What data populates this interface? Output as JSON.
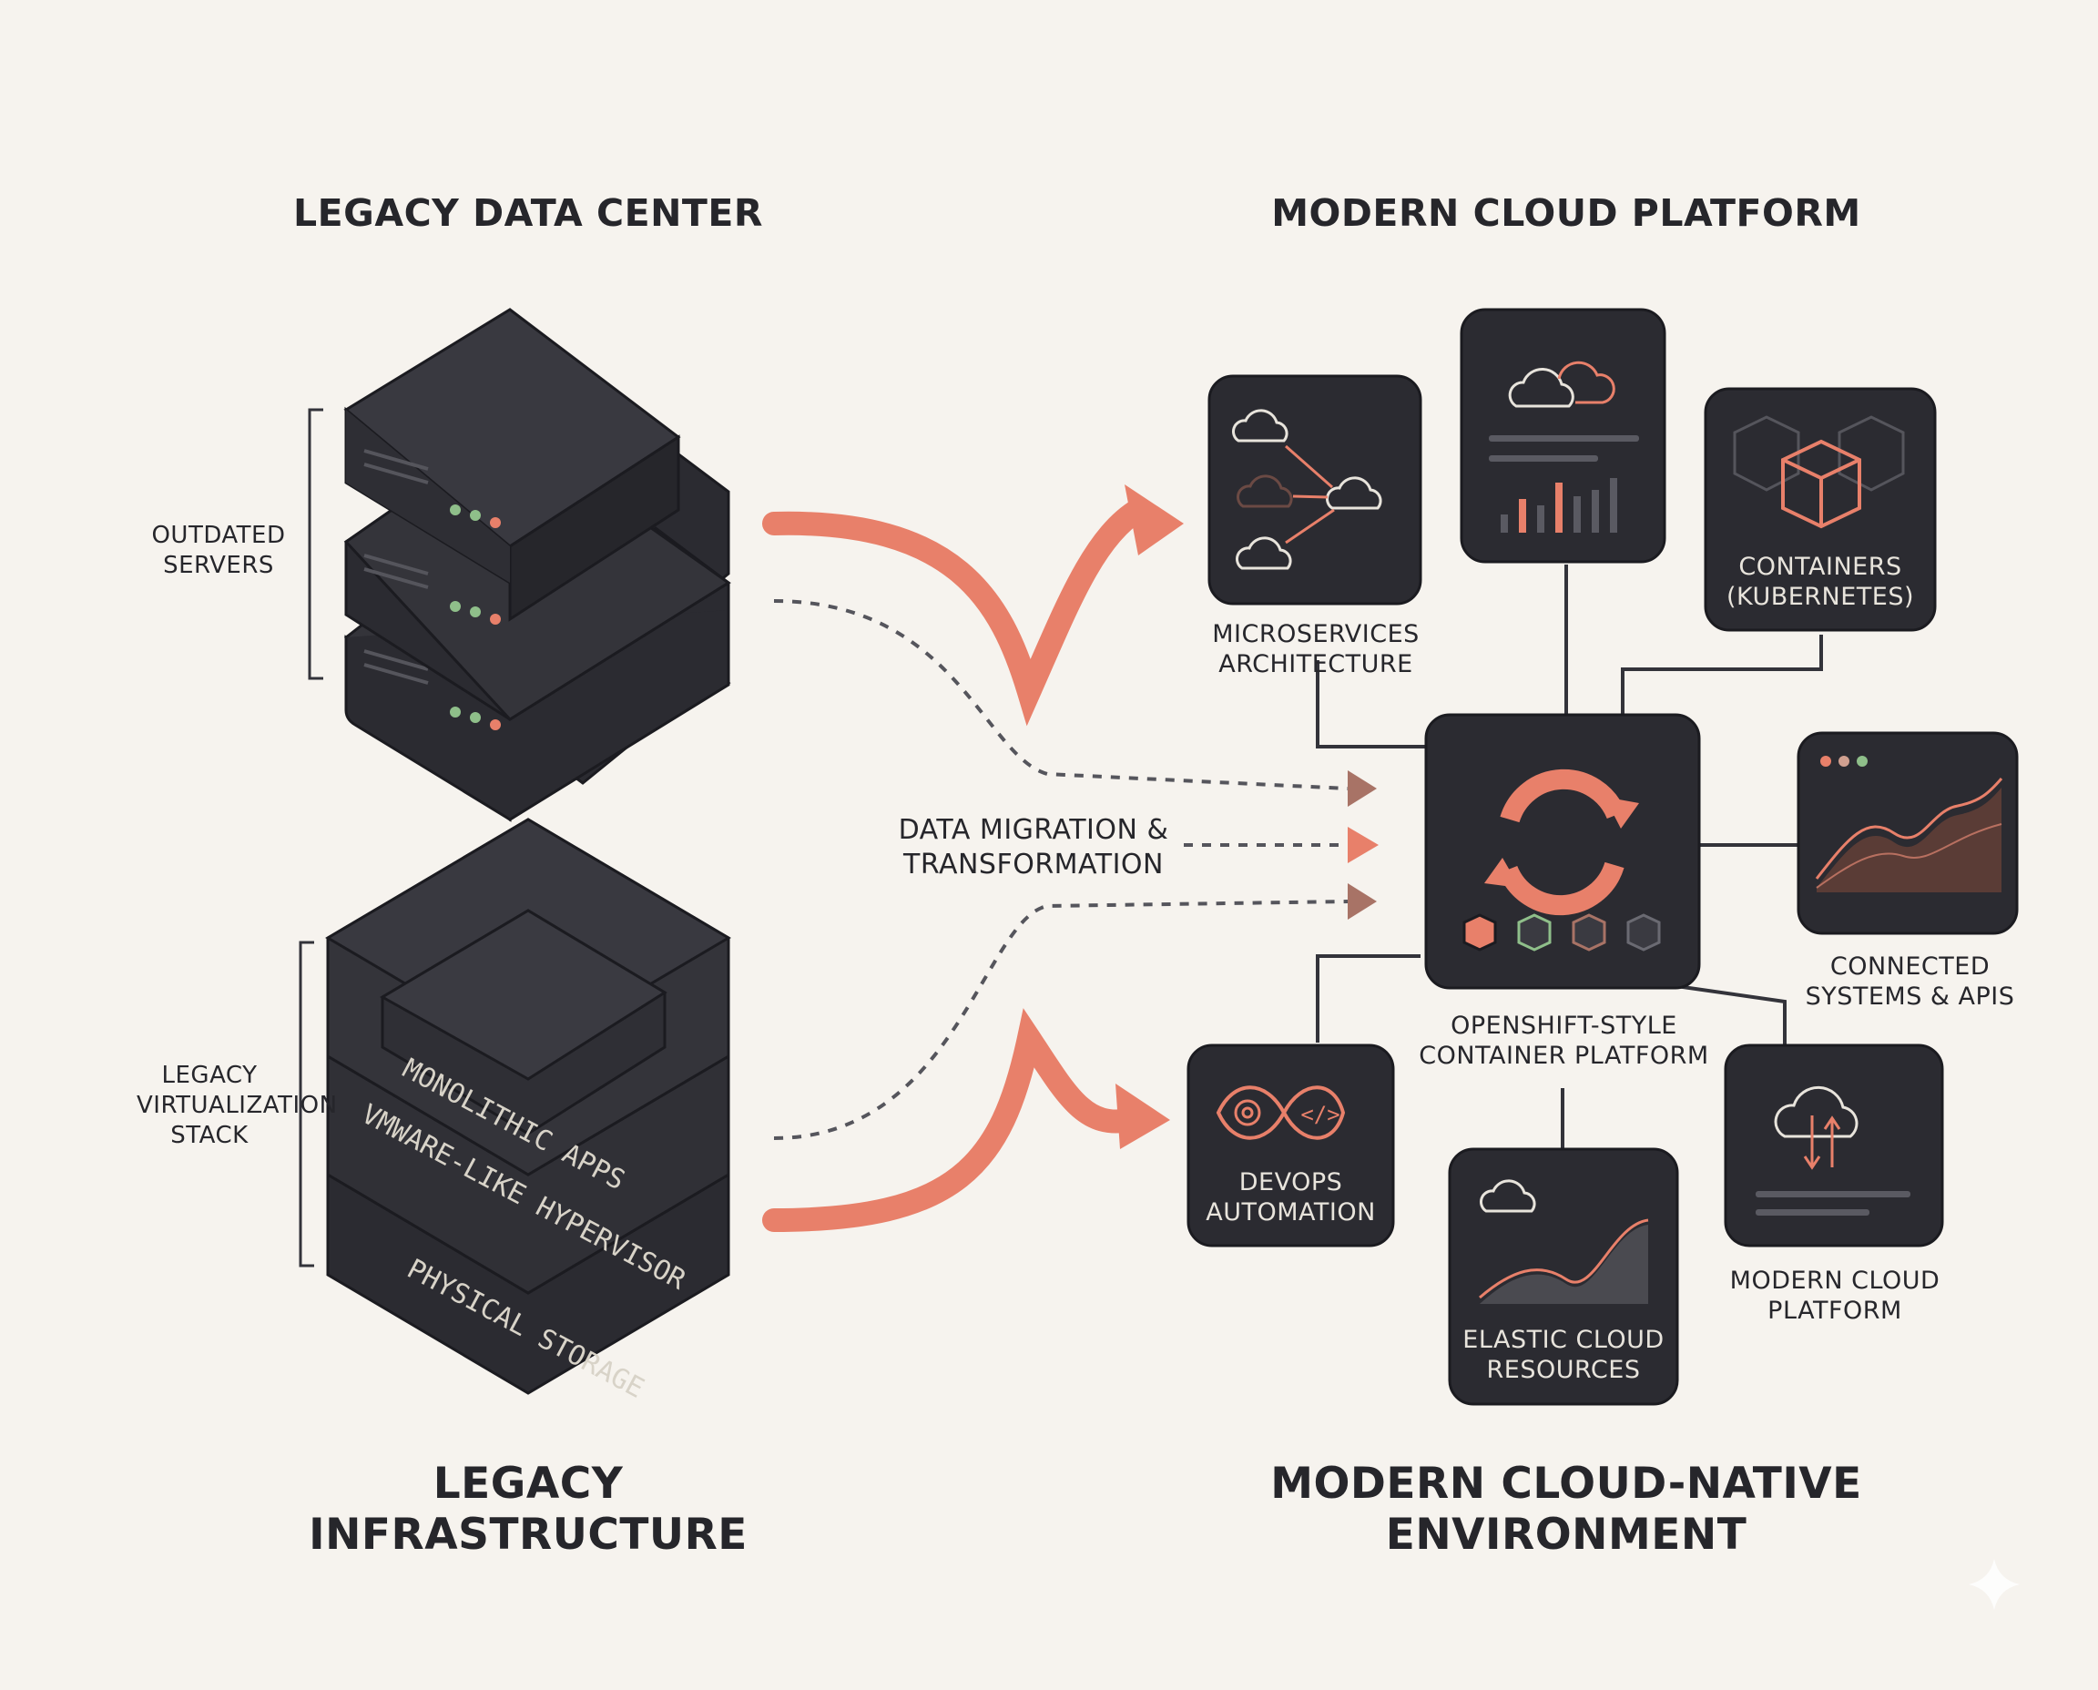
{
  "titles": {
    "legacy_top": "LEGACY DATA CENTER",
    "modern_top": "MODERN CLOUD PLATFORM",
    "legacy_bottom": "LEGACY\nINFRASTRUCTURE",
    "modern_bottom": "MODERN CLOUD-NATIVE\nENVIRONMENT"
  },
  "legacy": {
    "outdated_servers": "OUTDATED\nSERVERS",
    "virtualization_stack": "LEGACY\nVIRTUALIZATION\nSTACK",
    "layers": [
      "MONOLITHIC APPS",
      "VMWARE-LIKE HYPERVISOR",
      "PHYSICAL STORAGE"
    ]
  },
  "migration_label": "DATA MIGRATION &\nTRANSFORMATION",
  "modern": {
    "microservices": "MICROSERVICES\nARCHITECTURE",
    "containers": "CONTAINERS\n(KUBERNETES)",
    "platform": "OPENSHIFT-STYLE\nCONTAINER PLATFORM",
    "connected": "CONNECTED\nSYSTEMS & APIs",
    "devops": "DEVOPS\nAUTOMATION",
    "elastic": "ELASTIC CLOUD\nRESOURCES",
    "modern_cloud": "MODERN CLOUD\nPLATFORM"
  },
  "colors": {
    "background": "#f6f3ee",
    "dark": "#2b2b31",
    "accent": "#e8806a",
    "led_green": "#8fbf8a",
    "text": "#26262b"
  },
  "icons": [
    "server-icon",
    "cloud-icon",
    "cube-icon",
    "refresh-icon",
    "gear-icon",
    "code-icon",
    "browser-window-icon",
    "upload-download-icon",
    "bar-chart-icon",
    "area-chart-icon"
  ]
}
